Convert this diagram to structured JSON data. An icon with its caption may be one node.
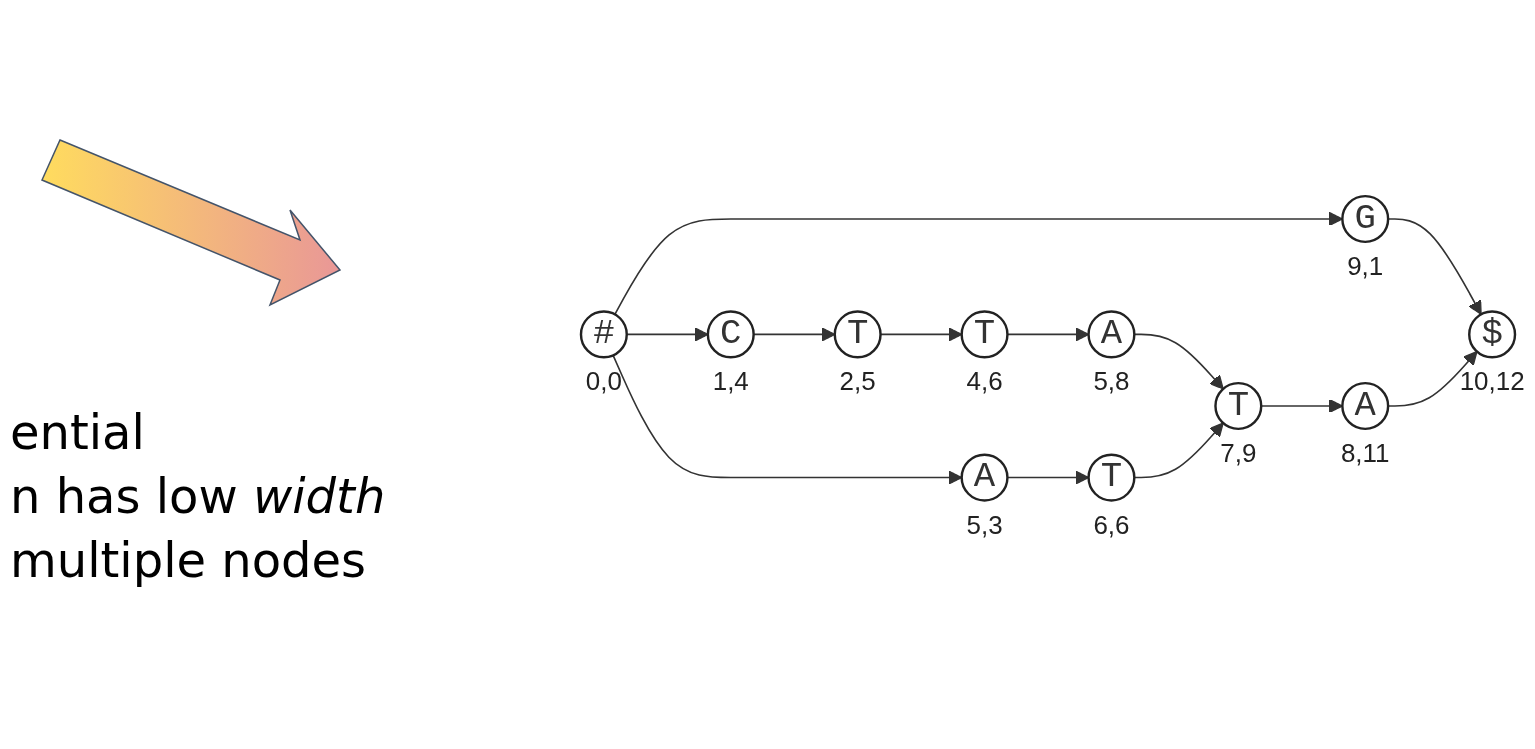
{
  "diagram": {
    "nodes": [
      {
        "text": [
          "#"
        ],
        "beside": [
          "0,0"
        ]
      },
      {
        "text": [
          "G"
        ],
        "beside": [
          "9,1"
        ]
      },
      {
        "text": [
          "C"
        ],
        "beside": [
          "1,4"
        ]
      },
      {
        "text": [
          "T"
        ],
        "beside": [
          "2,5"
        ]
      },
      {
        "text": [
          "T"
        ],
        "beside": [
          "4,6"
        ]
      },
      {
        "text": [
          "A"
        ],
        "beside": [
          "5,8"
        ]
      },
      {
        "text": [
          "A"
        ],
        "beside": [
          "8,11"
        ]
      },
      {
        "text": [
          "$"
        ],
        "beside": [
          "10,12"
        ]
      },
      {
        "text": [
          "T"
        ],
        "beside": [
          "7,9"
        ]
      },
      {
        "text": [
          "T"
        ],
        "beside": [
          "6,6"
        ]
      },
      {
        "text": [
          "A"
        ],
        "beside": [
          "5,3"
        ]
      }
    ],
    "edges": [
      {
        "from": 0,
        "to": 1,
        "arrow": "to"
      },
      {
        "from": 0,
        "to": 2,
        "arrow": "to"
      },
      {
        "from": 0,
        "to": 10,
        "arrow": "to"
      },
      {
        "from": 1,
        "to": 7,
        "arrow": "to"
      },
      {
        "from": 2,
        "to": 3,
        "arrow": "to"
      },
      {
        "from": 3,
        "to": 4,
        "arrow": "to"
      },
      {
        "from": 4,
        "to": 5,
        "arrow": "to"
      },
      {
        "from": 5,
        "to": 8,
        "arrow": "to"
      },
      {
        "from": 8,
        "to": 6,
        "arrow": "to"
      },
      {
        "from": 6,
        "to": 7,
        "arrow": "to"
      },
      {
        "from": 10,
        "to": 9,
        "arrow": "to"
      },
      {
        "from": 9,
        "to": 8,
        "arrow": "to"
      }
    ],
    "labels": [
      "ential",
      "n has low *width*",
      "multiple nodes"
    ]
  }
}
